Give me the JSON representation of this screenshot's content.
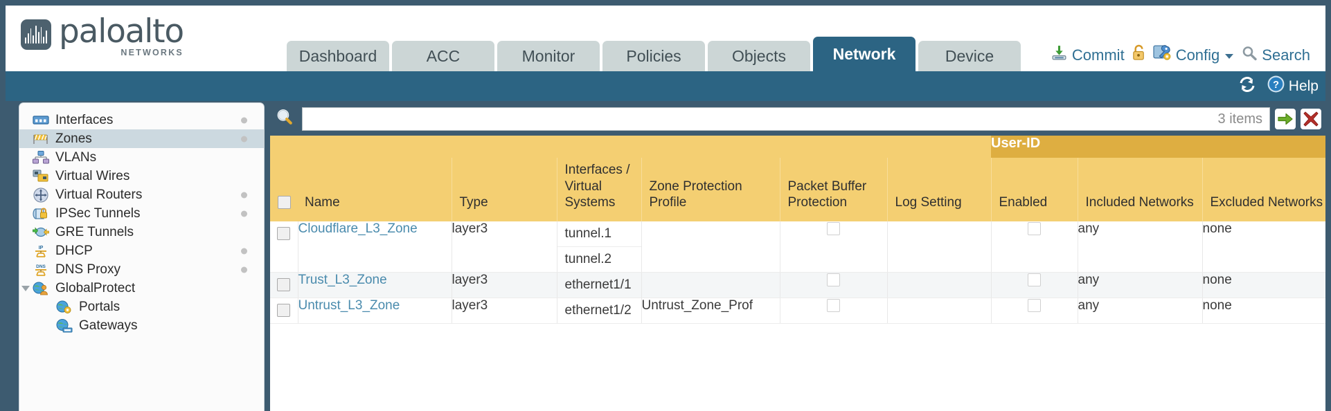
{
  "brand": {
    "name": "paloalto",
    "tagline": "NETWORKS"
  },
  "nav": {
    "tabs": [
      {
        "label": "Dashboard",
        "active": false
      },
      {
        "label": "ACC",
        "active": false
      },
      {
        "label": "Monitor",
        "active": false
      },
      {
        "label": "Policies",
        "active": false
      },
      {
        "label": "Objects",
        "active": false
      },
      {
        "label": "Network",
        "active": true
      },
      {
        "label": "Device",
        "active": false
      }
    ]
  },
  "header_actions": {
    "commit": "Commit",
    "lock": "lock-icon",
    "config": "Config",
    "search": "Search"
  },
  "strip": {
    "refresh": "refresh-icon",
    "help": "Help"
  },
  "sidebar": {
    "items": [
      {
        "label": "Interfaces",
        "icon": "interfaces-icon",
        "selected": false,
        "dot": true,
        "child": false,
        "caret": false
      },
      {
        "label": "Zones",
        "icon": "zones-icon",
        "selected": true,
        "dot": true,
        "child": false,
        "caret": false
      },
      {
        "label": "VLANs",
        "icon": "vlans-icon",
        "selected": false,
        "dot": false,
        "child": false,
        "caret": false
      },
      {
        "label": "Virtual Wires",
        "icon": "virtual-wires-icon",
        "selected": false,
        "dot": false,
        "child": false,
        "caret": false
      },
      {
        "label": "Virtual Routers",
        "icon": "virtual-routers-icon",
        "selected": false,
        "dot": true,
        "child": false,
        "caret": false
      },
      {
        "label": "IPSec Tunnels",
        "icon": "ipsec-tunnels-icon",
        "selected": false,
        "dot": true,
        "child": false,
        "caret": false
      },
      {
        "label": "GRE Tunnels",
        "icon": "gre-tunnels-icon",
        "selected": false,
        "dot": false,
        "child": false,
        "caret": false
      },
      {
        "label": "DHCP",
        "icon": "dhcp-icon",
        "selected": false,
        "dot": true,
        "child": false,
        "caret": false
      },
      {
        "label": "DNS Proxy",
        "icon": "dns-proxy-icon",
        "selected": false,
        "dot": true,
        "child": false,
        "caret": false
      },
      {
        "label": "GlobalProtect",
        "icon": "globalprotect-icon",
        "selected": false,
        "dot": false,
        "child": false,
        "caret": true
      },
      {
        "label": "Portals",
        "icon": "portals-icon",
        "selected": false,
        "dot": false,
        "child": true,
        "caret": false
      },
      {
        "label": "Gateways",
        "icon": "gateways-icon",
        "selected": false,
        "dot": false,
        "child": true,
        "caret": false
      }
    ]
  },
  "filter": {
    "value": "",
    "placeholder": "",
    "item_count": "3 items",
    "apply_icon": "green-arrow-icon",
    "clear_icon": "red-x-icon"
  },
  "table": {
    "group_header": "User-ID",
    "columns": [
      "Name",
      "Type",
      "Interfaces / Virtual Systems",
      "Zone Protection Profile",
      "Packet Buffer Protection",
      "Log Setting",
      "Enabled",
      "Included Networks",
      "Excluded Networks"
    ],
    "rows": [
      {
        "name": "Cloudflare_L3_Zone",
        "type": "layer3",
        "interfaces": [
          "tunnel.1",
          "tunnel.2"
        ],
        "zone_protection_profile": "",
        "packet_buffer_protection": false,
        "log_setting": "",
        "enabled": false,
        "included_networks": "any",
        "excluded_networks": "none"
      },
      {
        "name": "Trust_L3_Zone",
        "type": "layer3",
        "interfaces": [
          "ethernet1/1"
        ],
        "zone_protection_profile": "",
        "packet_buffer_protection": false,
        "log_setting": "",
        "enabled": false,
        "included_networks": "any",
        "excluded_networks": "none"
      },
      {
        "name": "Untrust_L3_Zone",
        "type": "layer3",
        "interfaces": [
          "ethernet1/2"
        ],
        "zone_protection_profile": "Untrust_Zone_Prof",
        "packet_buffer_protection": false,
        "log_setting": "",
        "enabled": false,
        "included_networks": "any",
        "excluded_networks": "none"
      }
    ]
  },
  "colors": {
    "brand_blue": "#2c6483",
    "header_gold": "#f4cf72",
    "group_gold": "#deae41",
    "link_blue": "#4a8bad",
    "page_bg": "#3d5b70"
  }
}
